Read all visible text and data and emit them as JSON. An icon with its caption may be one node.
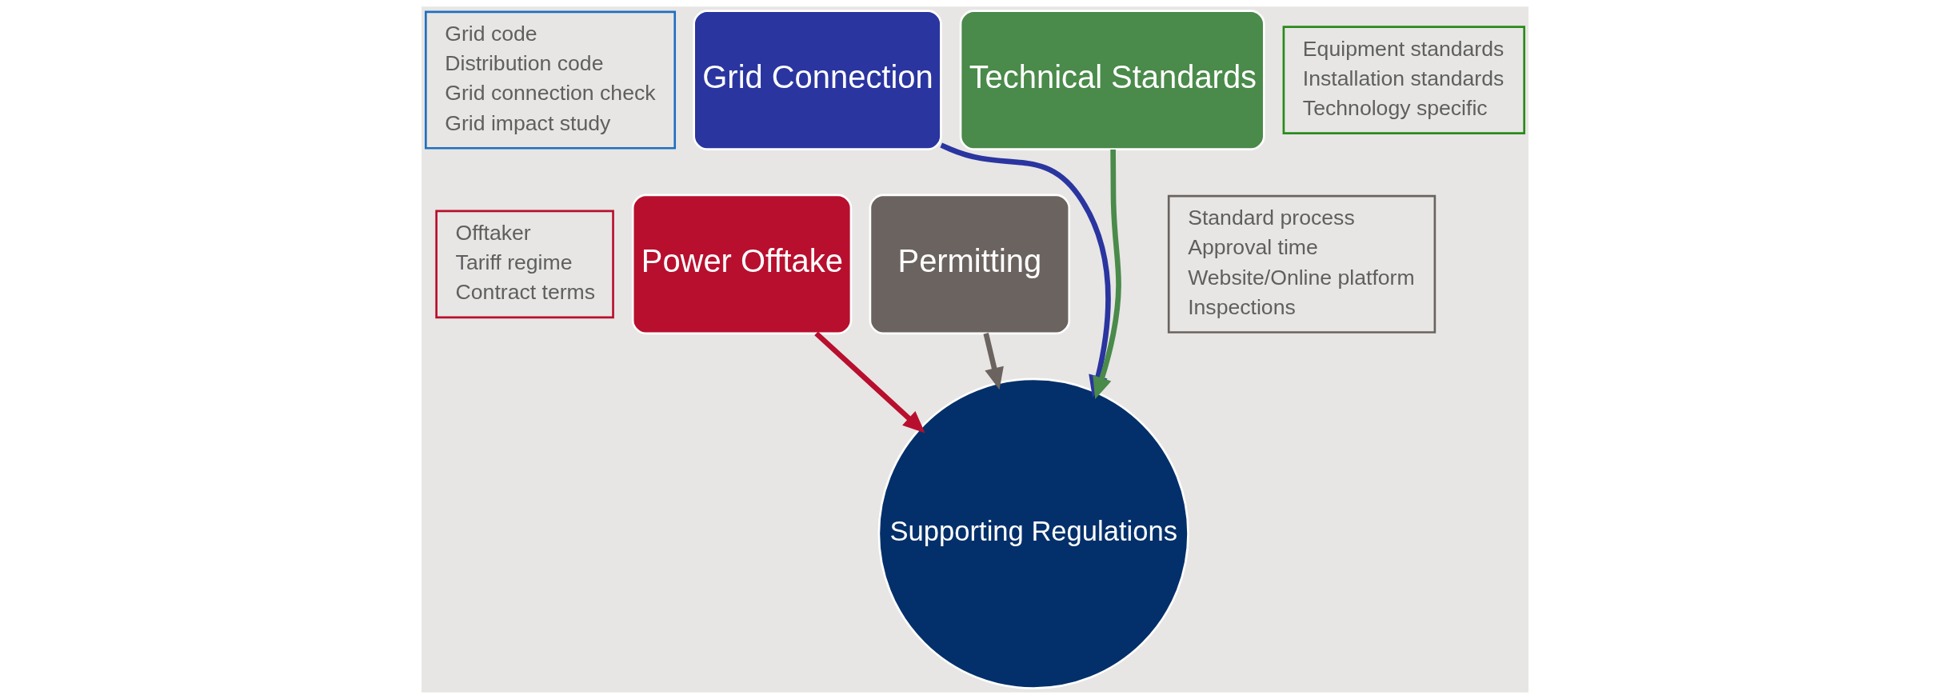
{
  "diagram": {
    "nodes": [
      {
        "text": [
          "Grid code",
          "Distribution code",
          "Grid connection check",
          "Grid impact study"
        ]
      },
      {
        "text": [
          "Grid Connection"
        ]
      },
      {
        "text": [
          "Technical Standards"
        ]
      },
      {
        "text": [
          "Equipment standards",
          "Installation standards",
          "Technology specific"
        ]
      },
      {
        "text": [
          "Offtaker",
          "Tariff regime",
          "Contract terms"
        ]
      },
      {
        "text": [
          "Power Offtake"
        ]
      },
      {
        "text": [
          "Permitting"
        ]
      },
      {
        "text": [
          "Standard process",
          "Approval time",
          "Website/Online platform",
          "Inspections"
        ]
      },
      {
        "text": [
          "Supporting Regulations"
        ]
      }
    ],
    "edges": [
      {
        "from": 1,
        "to": 8,
        "arrow": "to",
        "color": "#2a35a0"
      },
      {
        "from": 2,
        "to": 8,
        "arrow": "to",
        "color": "#4a8a4a"
      },
      {
        "from": 5,
        "to": 8,
        "arrow": "to",
        "color": "#b80f2e"
      },
      {
        "from": 6,
        "to": 8,
        "arrow": "to",
        "color": "#6b635f"
      }
    ]
  }
}
